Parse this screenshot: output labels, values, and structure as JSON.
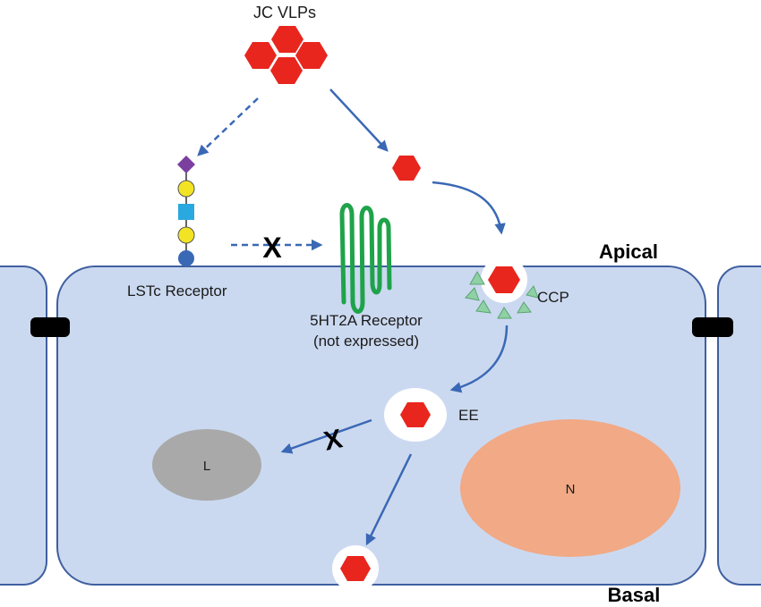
{
  "labels": {
    "vlps": "JC VLPs",
    "apical": "Apical",
    "basal": "Basal",
    "lstc": "LSTc Receptor",
    "ht2a_line1": "5HT2A Receptor",
    "ht2a_line2": "(not expressed)",
    "ccp": "CCP",
    "ee": "EE",
    "lysosome": "L",
    "nucleus": "N",
    "block_mark_1": "X",
    "block_mark_2": "X"
  },
  "colors": {
    "cell_fill": "#cbd9f0",
    "cell_stroke": "#3f5f9f",
    "vlp": "#e8261e",
    "arrow": "#3a68b5",
    "receptor_5ht2a": "#1fa34a",
    "nucleus": "#f1a986",
    "lysosome": "#a9a9a9",
    "tight_junction": "#000000",
    "glycan_diamond": "#7b3fa0",
    "glycan_circle": "#f2e425",
    "glycan_square": "#29a9df",
    "glycan_base": "#3a68b5",
    "clathrin": "#8fd0a4"
  }
}
